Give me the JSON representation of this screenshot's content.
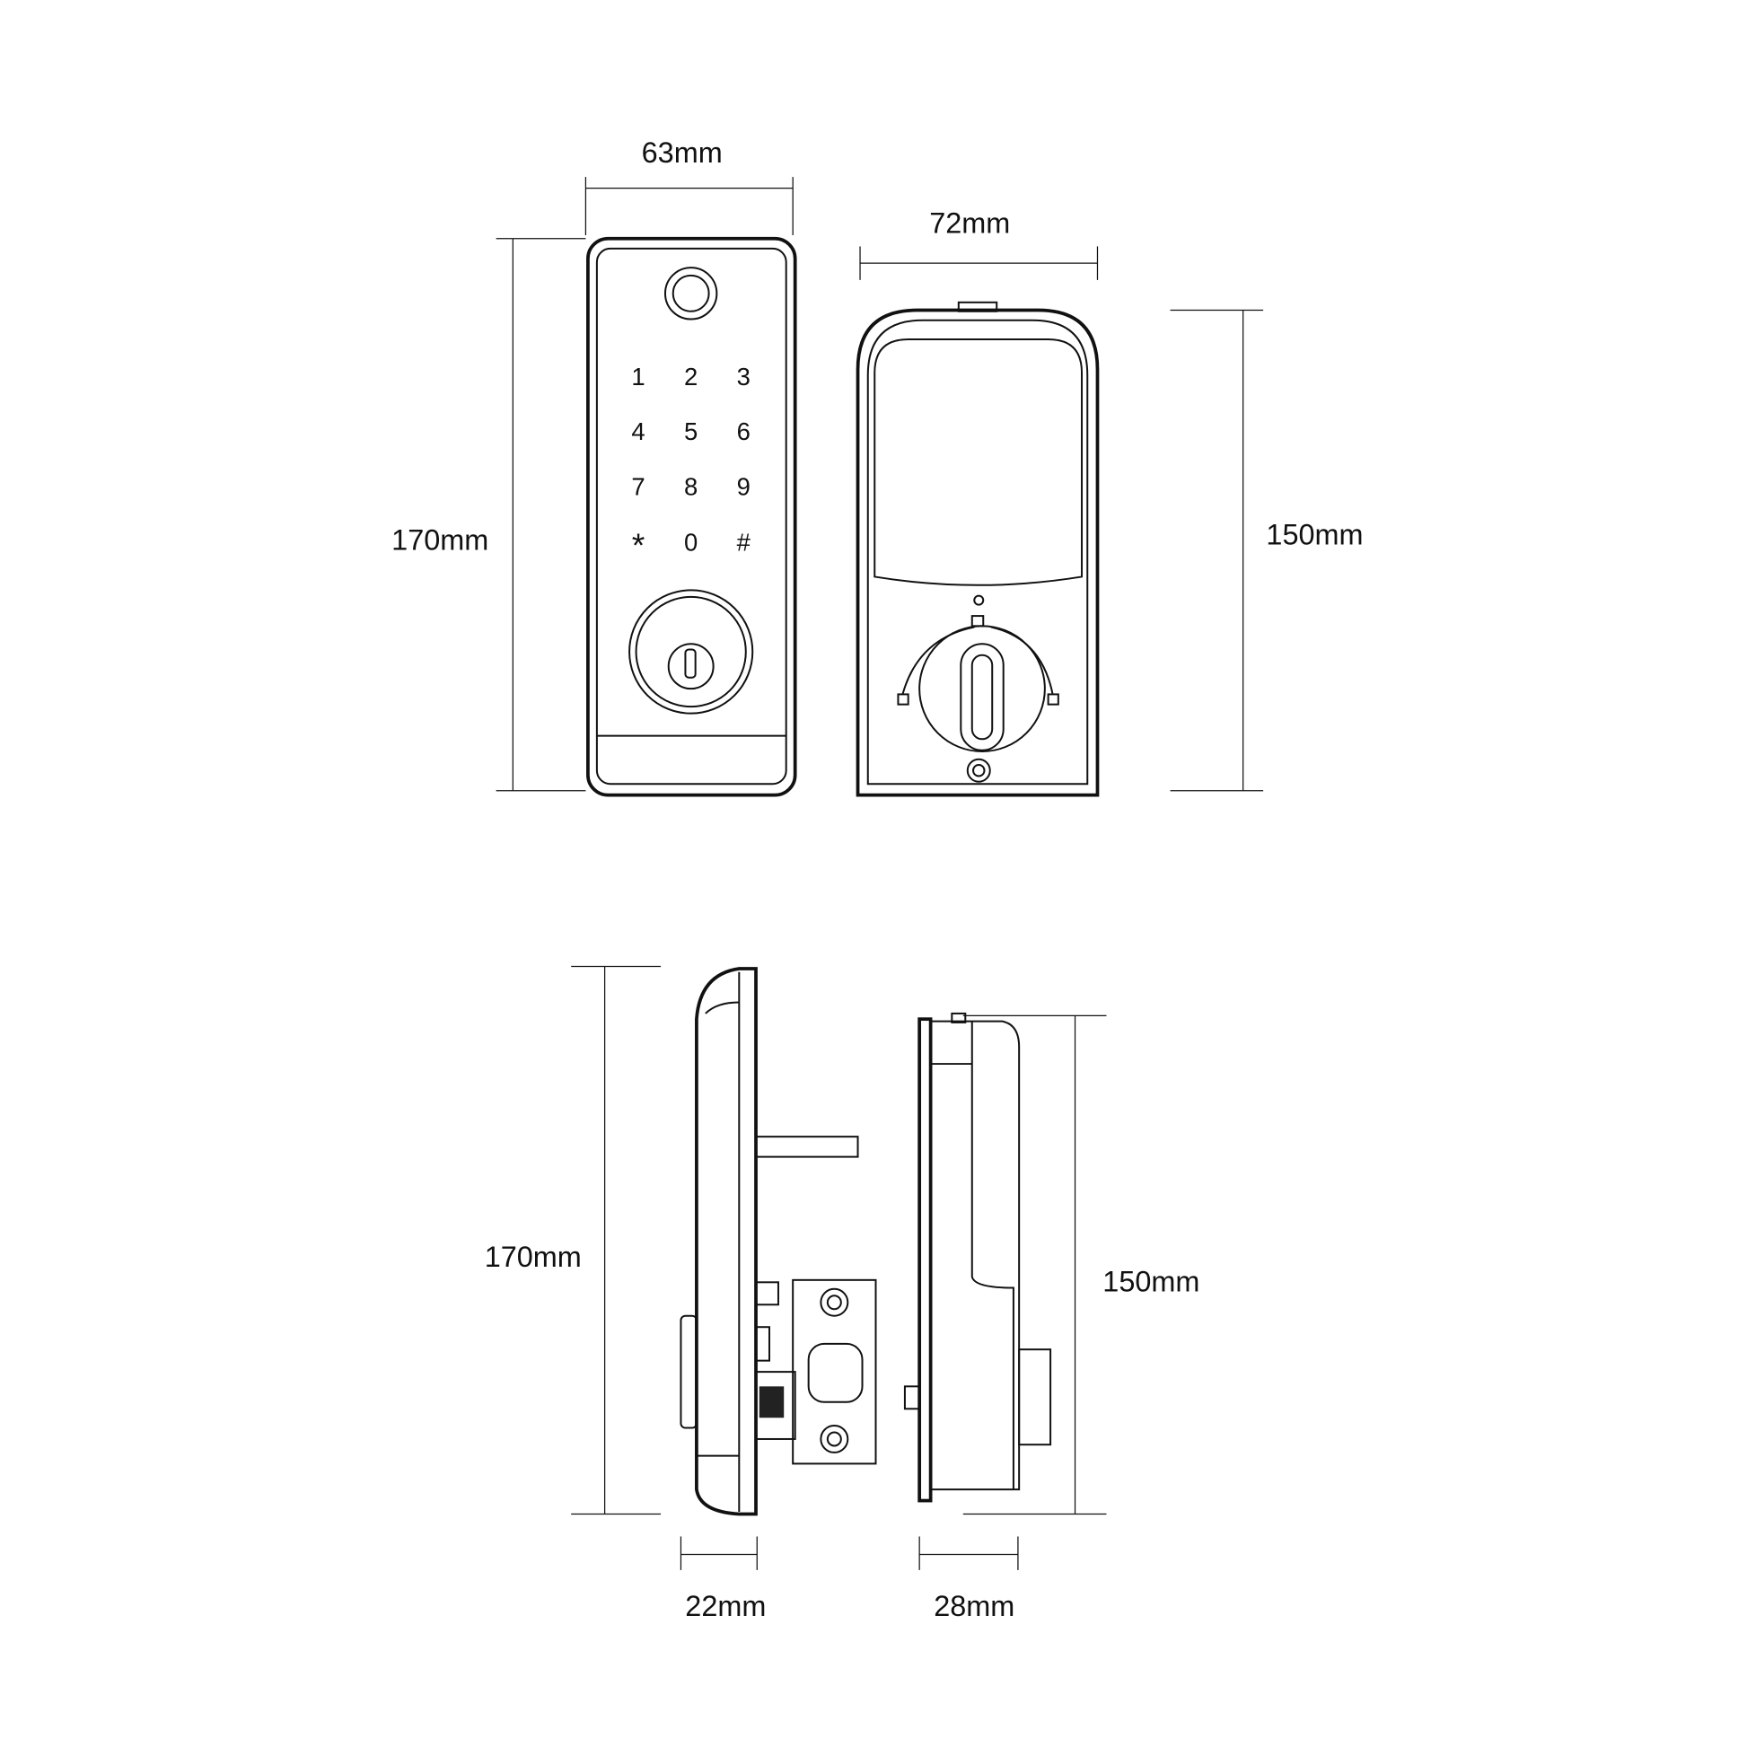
{
  "dimensions": {
    "front_width": "63mm",
    "back_width": "72mm",
    "front_height": "170mm",
    "back_height": "150mm",
    "side_front_height": "170mm",
    "side_back_height": "150mm",
    "side_front_depth": "22mm",
    "side_back_depth": "28mm"
  },
  "keypad": [
    "1",
    "2",
    "3",
    "4",
    "5",
    "6",
    "7",
    "8",
    "9",
    "*",
    "0",
    "#"
  ]
}
